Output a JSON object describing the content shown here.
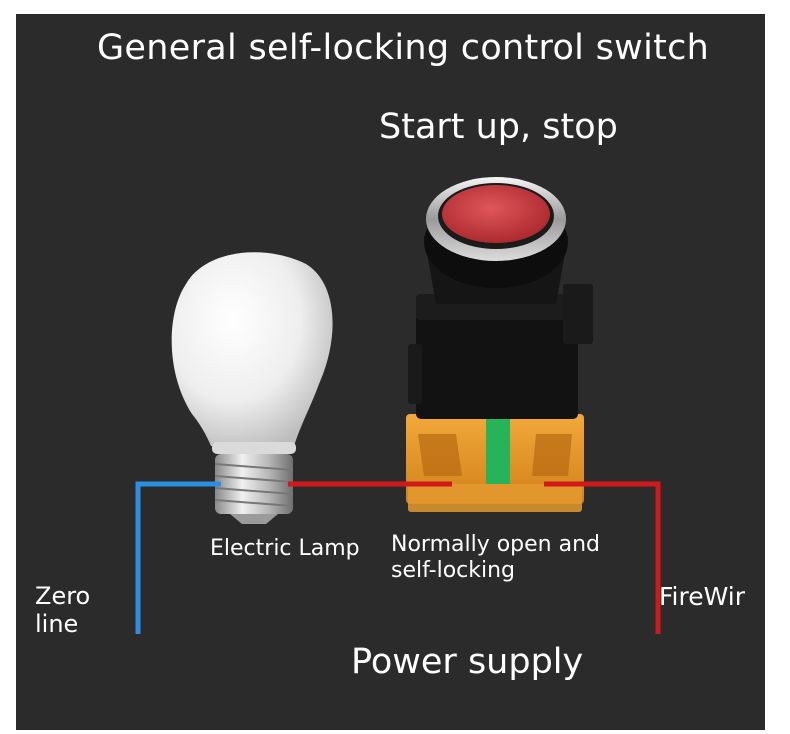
{
  "title": "General self-locking control switch",
  "subtitle": "Start up, stop",
  "labels": {
    "lamp": "Electric Lamp",
    "switch": "Normally open and self-locking",
    "zero_line": "Zero line",
    "fire_wire": "FireWir",
    "power": "Power supply"
  },
  "colors": {
    "background": "#2b2b2b",
    "zero_wire": "#2e8fe0",
    "fire_wire": "#d0191b",
    "button": "#c8383d"
  }
}
